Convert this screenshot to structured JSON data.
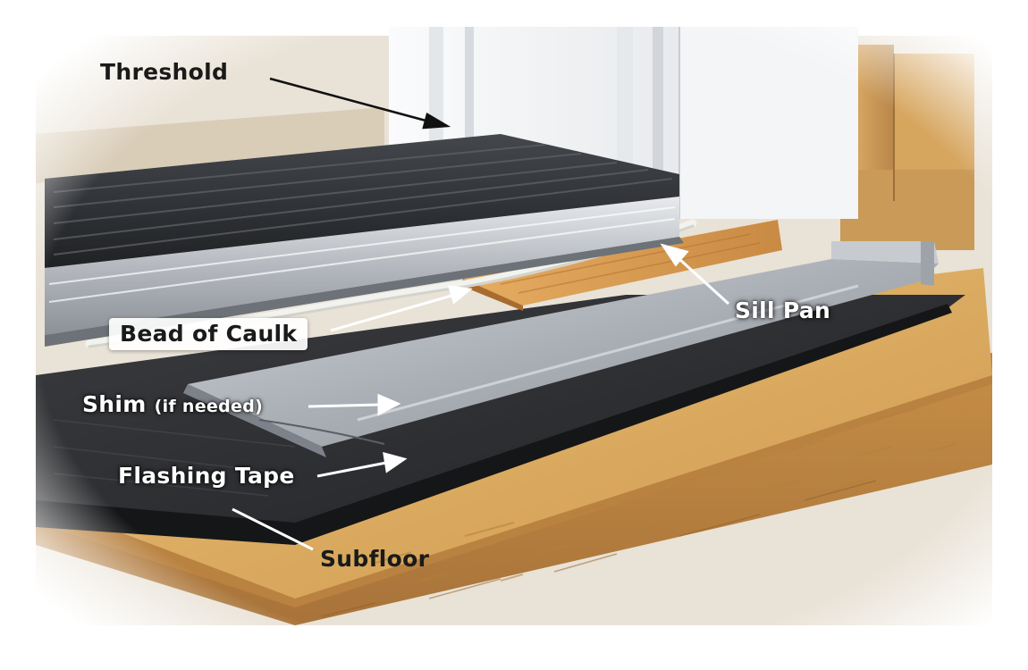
{
  "labels": {
    "threshold": "Threshold",
    "sill_pan": "Sill Pan",
    "caulk": "Bead of Caulk",
    "shim_main": "Shim",
    "shim_note": "(if needed)",
    "flashing": "Flashing Tape",
    "subfloor": "Subfloor"
  },
  "colors": {
    "osb": "#d9a85a",
    "metal": "#b8bcc2",
    "membrane": "#2f3033",
    "shim_wood": "#d89a4e",
    "door": "#f1f2f4"
  }
}
